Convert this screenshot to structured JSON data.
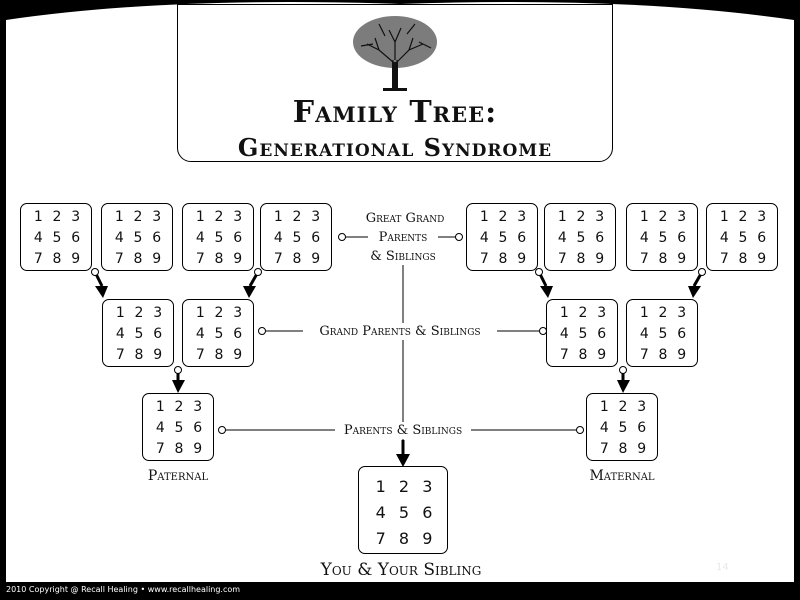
{
  "title": {
    "line1": "Family Tree:",
    "line2": "Generational Syndrome"
  },
  "grid_numbers": [
    "1",
    "2",
    "3",
    "4",
    "5",
    "6",
    "7",
    "8",
    "9"
  ],
  "labels": {
    "great_grand_line1": "Great Grand",
    "great_grand_line2": "Parents",
    "great_grand_line3": "& Siblings",
    "grand_parents": "Grand Parents & Siblings",
    "parents": "Parents & Siblings",
    "paternal": "Paternal",
    "maternal": "Maternal",
    "you": "You & Your Sibling"
  },
  "footer": "2010 Copyright @ Recall Healing • www.recallhealing.com",
  "page_number": "14",
  "colors": {
    "background": "#000000",
    "panel": "#ffffff",
    "ink": "#111111"
  }
}
